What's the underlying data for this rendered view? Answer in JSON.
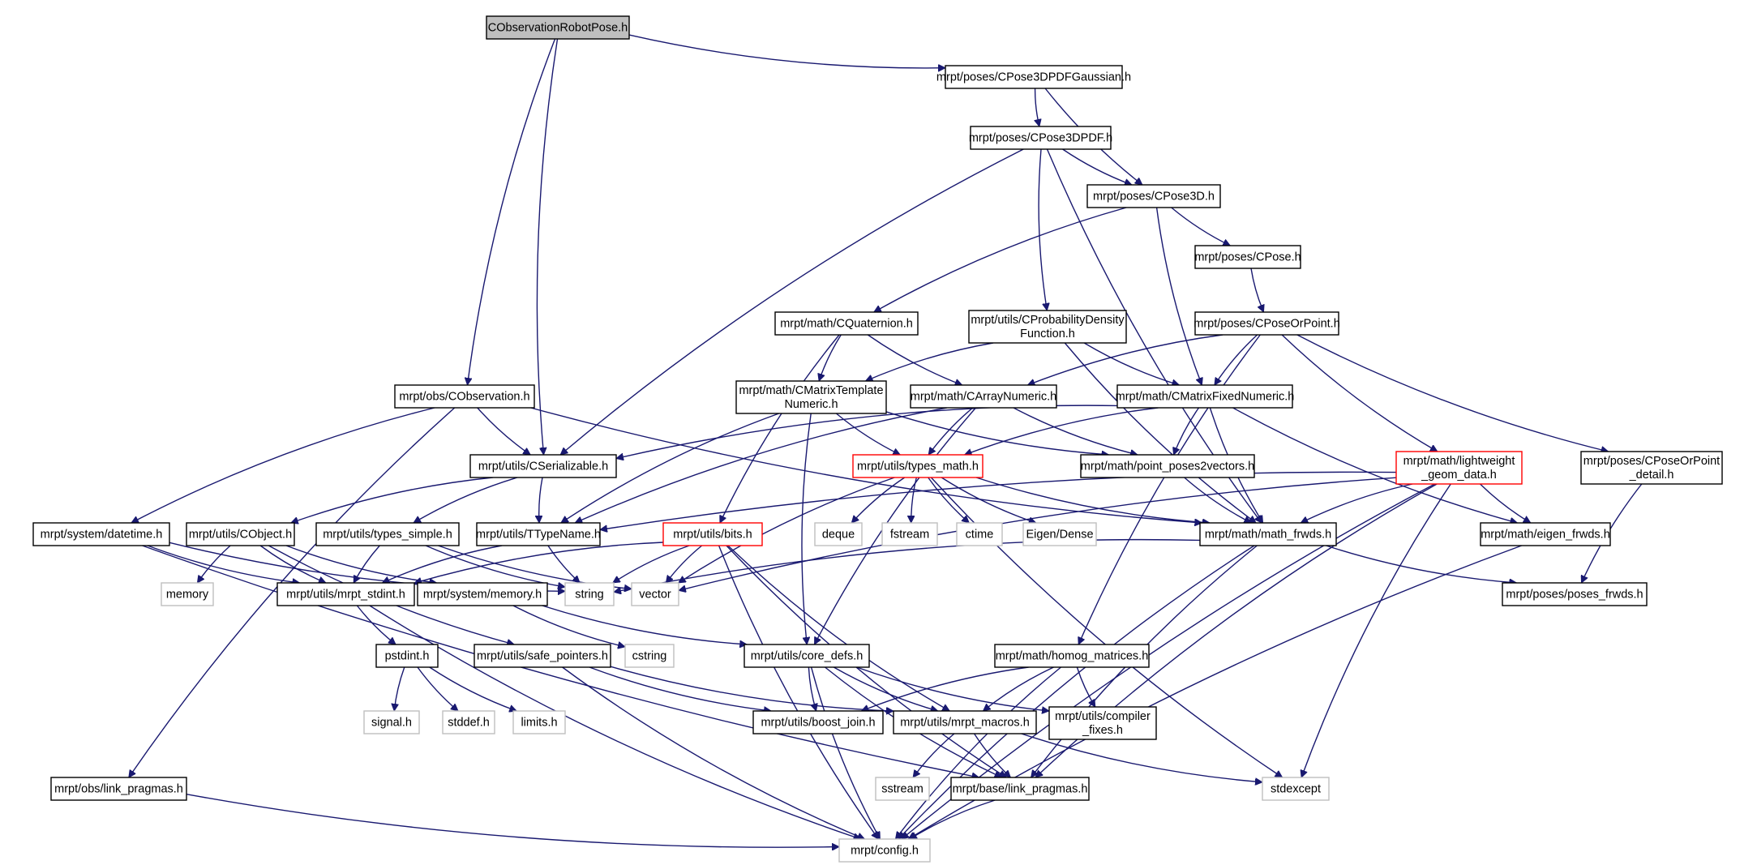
{
  "colors": {
    "edge": "#191970",
    "node_border_default": "#000000",
    "node_border_truncated": "#ff0000",
    "node_border_system": "#bfbfbf",
    "node_fill_root": "#bfbfbf",
    "node_fill": "#ffffff",
    "text": "#000000"
  },
  "nodes": [
    {
      "id": "robotpose",
      "lines": [
        "CObservationRobotPose.h"
      ],
      "kind": "root"
    },
    {
      "id": "pose3dpdfgauss",
      "lines": [
        "mrpt/poses/CPose3DPDFGaussian.h"
      ],
      "kind": "normal"
    },
    {
      "id": "pose3dpdf",
      "lines": [
        "mrpt/poses/CPose3DPDF.h"
      ],
      "kind": "normal"
    },
    {
      "id": "pose3d",
      "lines": [
        "mrpt/poses/CPose3D.h"
      ],
      "kind": "normal"
    },
    {
      "id": "pose",
      "lines": [
        "mrpt/poses/CPose.h"
      ],
      "kind": "normal"
    },
    {
      "id": "poseorpoint",
      "lines": [
        "mrpt/poses/CPoseOrPoint.h"
      ],
      "kind": "normal"
    },
    {
      "id": "quaternion",
      "lines": [
        "mrpt/math/CQuaternion.h"
      ],
      "kind": "normal"
    },
    {
      "id": "probdensity",
      "lines": [
        "mrpt/utils/CProbabilityDensity",
        "Function.h"
      ],
      "kind": "normal"
    },
    {
      "id": "mtxtemplate",
      "lines": [
        "mrpt/math/CMatrixTemplate",
        "Numeric.h"
      ],
      "kind": "normal"
    },
    {
      "id": "arraynumeric",
      "lines": [
        "mrpt/math/CArrayNumeric.h"
      ],
      "kind": "normal"
    },
    {
      "id": "mtxfixed",
      "lines": [
        "mrpt/math/CMatrixFixedNumeric.h"
      ],
      "kind": "normal"
    },
    {
      "id": "observation",
      "lines": [
        "mrpt/obs/CObservation.h"
      ],
      "kind": "normal"
    },
    {
      "id": "serializable",
      "lines": [
        "mrpt/utils/CSerializable.h"
      ],
      "kind": "normal"
    },
    {
      "id": "typesmath",
      "lines": [
        "mrpt/utils/types_math.h"
      ],
      "kind": "truncated"
    },
    {
      "id": "point2vec",
      "lines": [
        "mrpt/math/point_poses2vectors.h"
      ],
      "kind": "normal"
    },
    {
      "id": "lightweight",
      "lines": [
        "mrpt/math/lightweight",
        "_geom_data.h"
      ],
      "kind": "truncated"
    },
    {
      "id": "poseorpointdetail",
      "lines": [
        "mrpt/poses/CPoseOrPoint",
        "_detail.h"
      ],
      "kind": "normal"
    },
    {
      "id": "datetime",
      "lines": [
        "mrpt/system/datetime.h"
      ],
      "kind": "normal"
    },
    {
      "id": "cobject",
      "lines": [
        "mrpt/utils/CObject.h"
      ],
      "kind": "normal"
    },
    {
      "id": "typessimple",
      "lines": [
        "mrpt/utils/types_simple.h"
      ],
      "kind": "normal"
    },
    {
      "id": "ttypename",
      "lines": [
        "mrpt/utils/TTypeName.h"
      ],
      "kind": "normal"
    },
    {
      "id": "bits",
      "lines": [
        "mrpt/utils/bits.h"
      ],
      "kind": "truncated"
    },
    {
      "id": "deque",
      "lines": [
        "deque"
      ],
      "kind": "system"
    },
    {
      "id": "fstream",
      "lines": [
        "fstream"
      ],
      "kind": "system"
    },
    {
      "id": "ctime",
      "lines": [
        "ctime"
      ],
      "kind": "system"
    },
    {
      "id": "eigendense",
      "lines": [
        "Eigen/Dense"
      ],
      "kind": "system"
    },
    {
      "id": "mathfrwds",
      "lines": [
        "mrpt/math/math_frwds.h"
      ],
      "kind": "normal"
    },
    {
      "id": "eigenfrwds",
      "lines": [
        "mrpt/math/eigen_frwds.h"
      ],
      "kind": "normal"
    },
    {
      "id": "memory",
      "lines": [
        "memory"
      ],
      "kind": "system"
    },
    {
      "id": "mrptstdint",
      "lines": [
        "mrpt/utils/mrpt_stdint.h"
      ],
      "kind": "normal"
    },
    {
      "id": "string",
      "lines": [
        "string"
      ],
      "kind": "system"
    },
    {
      "id": "vector",
      "lines": [
        "vector"
      ],
      "kind": "system"
    },
    {
      "id": "sysmemory",
      "lines": [
        "mrpt/system/memory.h"
      ],
      "kind": "normal"
    },
    {
      "id": "posesfrwds",
      "lines": [
        "mrpt/poses/poses_frwds.h"
      ],
      "kind": "normal"
    },
    {
      "id": "homog",
      "lines": [
        "mrpt/math/homog_matrices.h"
      ],
      "kind": "normal"
    },
    {
      "id": "pstdint",
      "lines": [
        "pstdint.h"
      ],
      "kind": "normal"
    },
    {
      "id": "safepointers",
      "lines": [
        "mrpt/utils/safe_pointers.h"
      ],
      "kind": "normal"
    },
    {
      "id": "cstring",
      "lines": [
        "cstring"
      ],
      "kind": "system"
    },
    {
      "id": "coredefs",
      "lines": [
        "mrpt/utils/core_defs.h"
      ],
      "kind": "normal"
    },
    {
      "id": "compilerfixes",
      "lines": [
        "mrpt/utils/compiler",
        "_fixes.h"
      ],
      "kind": "normal"
    },
    {
      "id": "signal",
      "lines": [
        "signal.h"
      ],
      "kind": "system"
    },
    {
      "id": "stddef",
      "lines": [
        "stddef.h"
      ],
      "kind": "system"
    },
    {
      "id": "limits",
      "lines": [
        "limits.h"
      ],
      "kind": "system"
    },
    {
      "id": "boostjoin",
      "lines": [
        "mrpt/utils/boost_join.h"
      ],
      "kind": "normal"
    },
    {
      "id": "mrptmacros",
      "lines": [
        "mrpt/utils/mrpt_macros.h"
      ],
      "kind": "normal"
    },
    {
      "id": "obslinkpragmas",
      "lines": [
        "mrpt/obs/link_pragmas.h"
      ],
      "kind": "normal"
    },
    {
      "id": "sstream",
      "lines": [
        "sstream"
      ],
      "kind": "system"
    },
    {
      "id": "baselinkpragmas",
      "lines": [
        "mrpt/base/link_pragmas.h"
      ],
      "kind": "normal"
    },
    {
      "id": "stdexcept",
      "lines": [
        "stdexcept"
      ],
      "kind": "system"
    },
    {
      "id": "config",
      "lines": [
        "mrpt/config.h"
      ],
      "kind": "system"
    }
  ],
  "edges": [
    [
      "robotpose",
      "pose3dpdfgauss"
    ],
    [
      "robotpose",
      "observation"
    ],
    [
      "robotpose",
      "serializable"
    ],
    [
      "pose3dpdfgauss",
      "pose3dpdf"
    ],
    [
      "pose3dpdfgauss",
      "pose3d"
    ],
    [
      "pose3dpdf",
      "pose3d"
    ],
    [
      "pose3dpdf",
      "serializable"
    ],
    [
      "pose3dpdf",
      "probdensity"
    ],
    [
      "pose3dpdf",
      "mathfrwds"
    ],
    [
      "pose3d",
      "pose"
    ],
    [
      "pose3d",
      "quaternion"
    ],
    [
      "pose3d",
      "mtxfixed"
    ],
    [
      "pose",
      "poseorpoint"
    ],
    [
      "poseorpoint",
      "arraynumeric"
    ],
    [
      "poseorpoint",
      "mtxfixed"
    ],
    [
      "poseorpoint",
      "lightweight"
    ],
    [
      "poseorpoint",
      "poseorpointdetail"
    ],
    [
      "poseorpoint",
      "homog"
    ],
    [
      "quaternion",
      "mtxtemplate"
    ],
    [
      "quaternion",
      "arraynumeric"
    ],
    [
      "quaternion",
      "bits"
    ],
    [
      "probdensity",
      "mtxtemplate"
    ],
    [
      "probdensity",
      "mtxfixed"
    ],
    [
      "probdensity",
      "mathfrwds"
    ],
    [
      "mtxtemplate",
      "ttypename"
    ],
    [
      "mtxtemplate",
      "typesmath"
    ],
    [
      "mtxtemplate",
      "coredefs"
    ],
    [
      "mtxtemplate",
      "point2vec"
    ],
    [
      "arraynumeric",
      "typesmath"
    ],
    [
      "arraynumeric",
      "point2vec"
    ],
    [
      "arraynumeric",
      "ttypename"
    ],
    [
      "arraynumeric",
      "coredefs"
    ],
    [
      "mtxfixed",
      "serializable"
    ],
    [
      "mtxfixed",
      "typesmath"
    ],
    [
      "mtxfixed",
      "point2vec"
    ],
    [
      "mtxfixed",
      "mathfrwds"
    ],
    [
      "mtxfixed",
      "eigenfrwds"
    ],
    [
      "observation",
      "serializable"
    ],
    [
      "observation",
      "datetime"
    ],
    [
      "observation",
      "mathfrwds"
    ],
    [
      "observation",
      "obslinkpragmas"
    ],
    [
      "serializable",
      "cobject"
    ],
    [
      "serializable",
      "typessimple"
    ],
    [
      "serializable",
      "ttypename"
    ],
    [
      "typesmath",
      "deque"
    ],
    [
      "typesmath",
      "fstream"
    ],
    [
      "typesmath",
      "ctime"
    ],
    [
      "typesmath",
      "eigendense"
    ],
    [
      "typesmath",
      "mathfrwds"
    ],
    [
      "typesmath",
      "vector"
    ],
    [
      "typesmath",
      "stdexcept"
    ],
    [
      "point2vec",
      "mathfrwds"
    ],
    [
      "lightweight",
      "ttypename"
    ],
    [
      "lightweight",
      "mathfrwds"
    ],
    [
      "lightweight",
      "eigenfrwds"
    ],
    [
      "lightweight",
      "vector"
    ],
    [
      "lightweight",
      "baselinkpragmas"
    ],
    [
      "lightweight",
      "stdexcept"
    ],
    [
      "lightweight",
      "config"
    ],
    [
      "poseorpointdetail",
      "posesfrwds"
    ],
    [
      "datetime",
      "mrptstdint"
    ],
    [
      "datetime",
      "string"
    ],
    [
      "datetime",
      "baselinkpragmas"
    ],
    [
      "cobject",
      "memory"
    ],
    [
      "cobject",
      "mrptstdint"
    ],
    [
      "cobject",
      "sysmemory"
    ],
    [
      "cobject",
      "safepointers"
    ],
    [
      "typessimple",
      "mrptstdint"
    ],
    [
      "typessimple",
      "string"
    ],
    [
      "typessimple",
      "vector"
    ],
    [
      "ttypename",
      "mrptstdint"
    ],
    [
      "ttypename",
      "string"
    ],
    [
      "bits",
      "mrptstdint"
    ],
    [
      "bits",
      "string"
    ],
    [
      "bits",
      "vector"
    ],
    [
      "bits",
      "mrptmacros"
    ],
    [
      "bits",
      "baselinkpragmas"
    ],
    [
      "bits",
      "config"
    ],
    [
      "mathfrwds",
      "string"
    ],
    [
      "mathfrwds",
      "posesfrwds"
    ],
    [
      "mathfrwds",
      "baselinkpragmas"
    ],
    [
      "mathfrwds",
      "config"
    ],
    [
      "eigenfrwds",
      "config"
    ],
    [
      "mrptstdint",
      "pstdint"
    ],
    [
      "mrptstdint",
      "config"
    ],
    [
      "sysmemory",
      "cstring"
    ],
    [
      "sysmemory",
      "coredefs"
    ],
    [
      "homog",
      "boostjoin"
    ],
    [
      "homog",
      "mrptmacros"
    ],
    [
      "homog",
      "compilerfixes"
    ],
    [
      "homog",
      "config"
    ],
    [
      "pstdint",
      "signal"
    ],
    [
      "pstdint",
      "stddef"
    ],
    [
      "pstdint",
      "limits"
    ],
    [
      "safepointers",
      "boostjoin"
    ],
    [
      "safepointers",
      "mrptmacros"
    ],
    [
      "safepointers",
      "config"
    ],
    [
      "coredefs",
      "boostjoin"
    ],
    [
      "coredefs",
      "mrptmacros"
    ],
    [
      "coredefs",
      "compilerfixes"
    ],
    [
      "coredefs",
      "baselinkpragmas"
    ],
    [
      "coredefs",
      "config"
    ],
    [
      "mrptmacros",
      "sstream"
    ],
    [
      "mrptmacros",
      "baselinkpragmas"
    ],
    [
      "mrptmacros",
      "stdexcept"
    ],
    [
      "obslinkpragmas",
      "config"
    ],
    [
      "baselinkpragmas",
      "config"
    ]
  ]
}
